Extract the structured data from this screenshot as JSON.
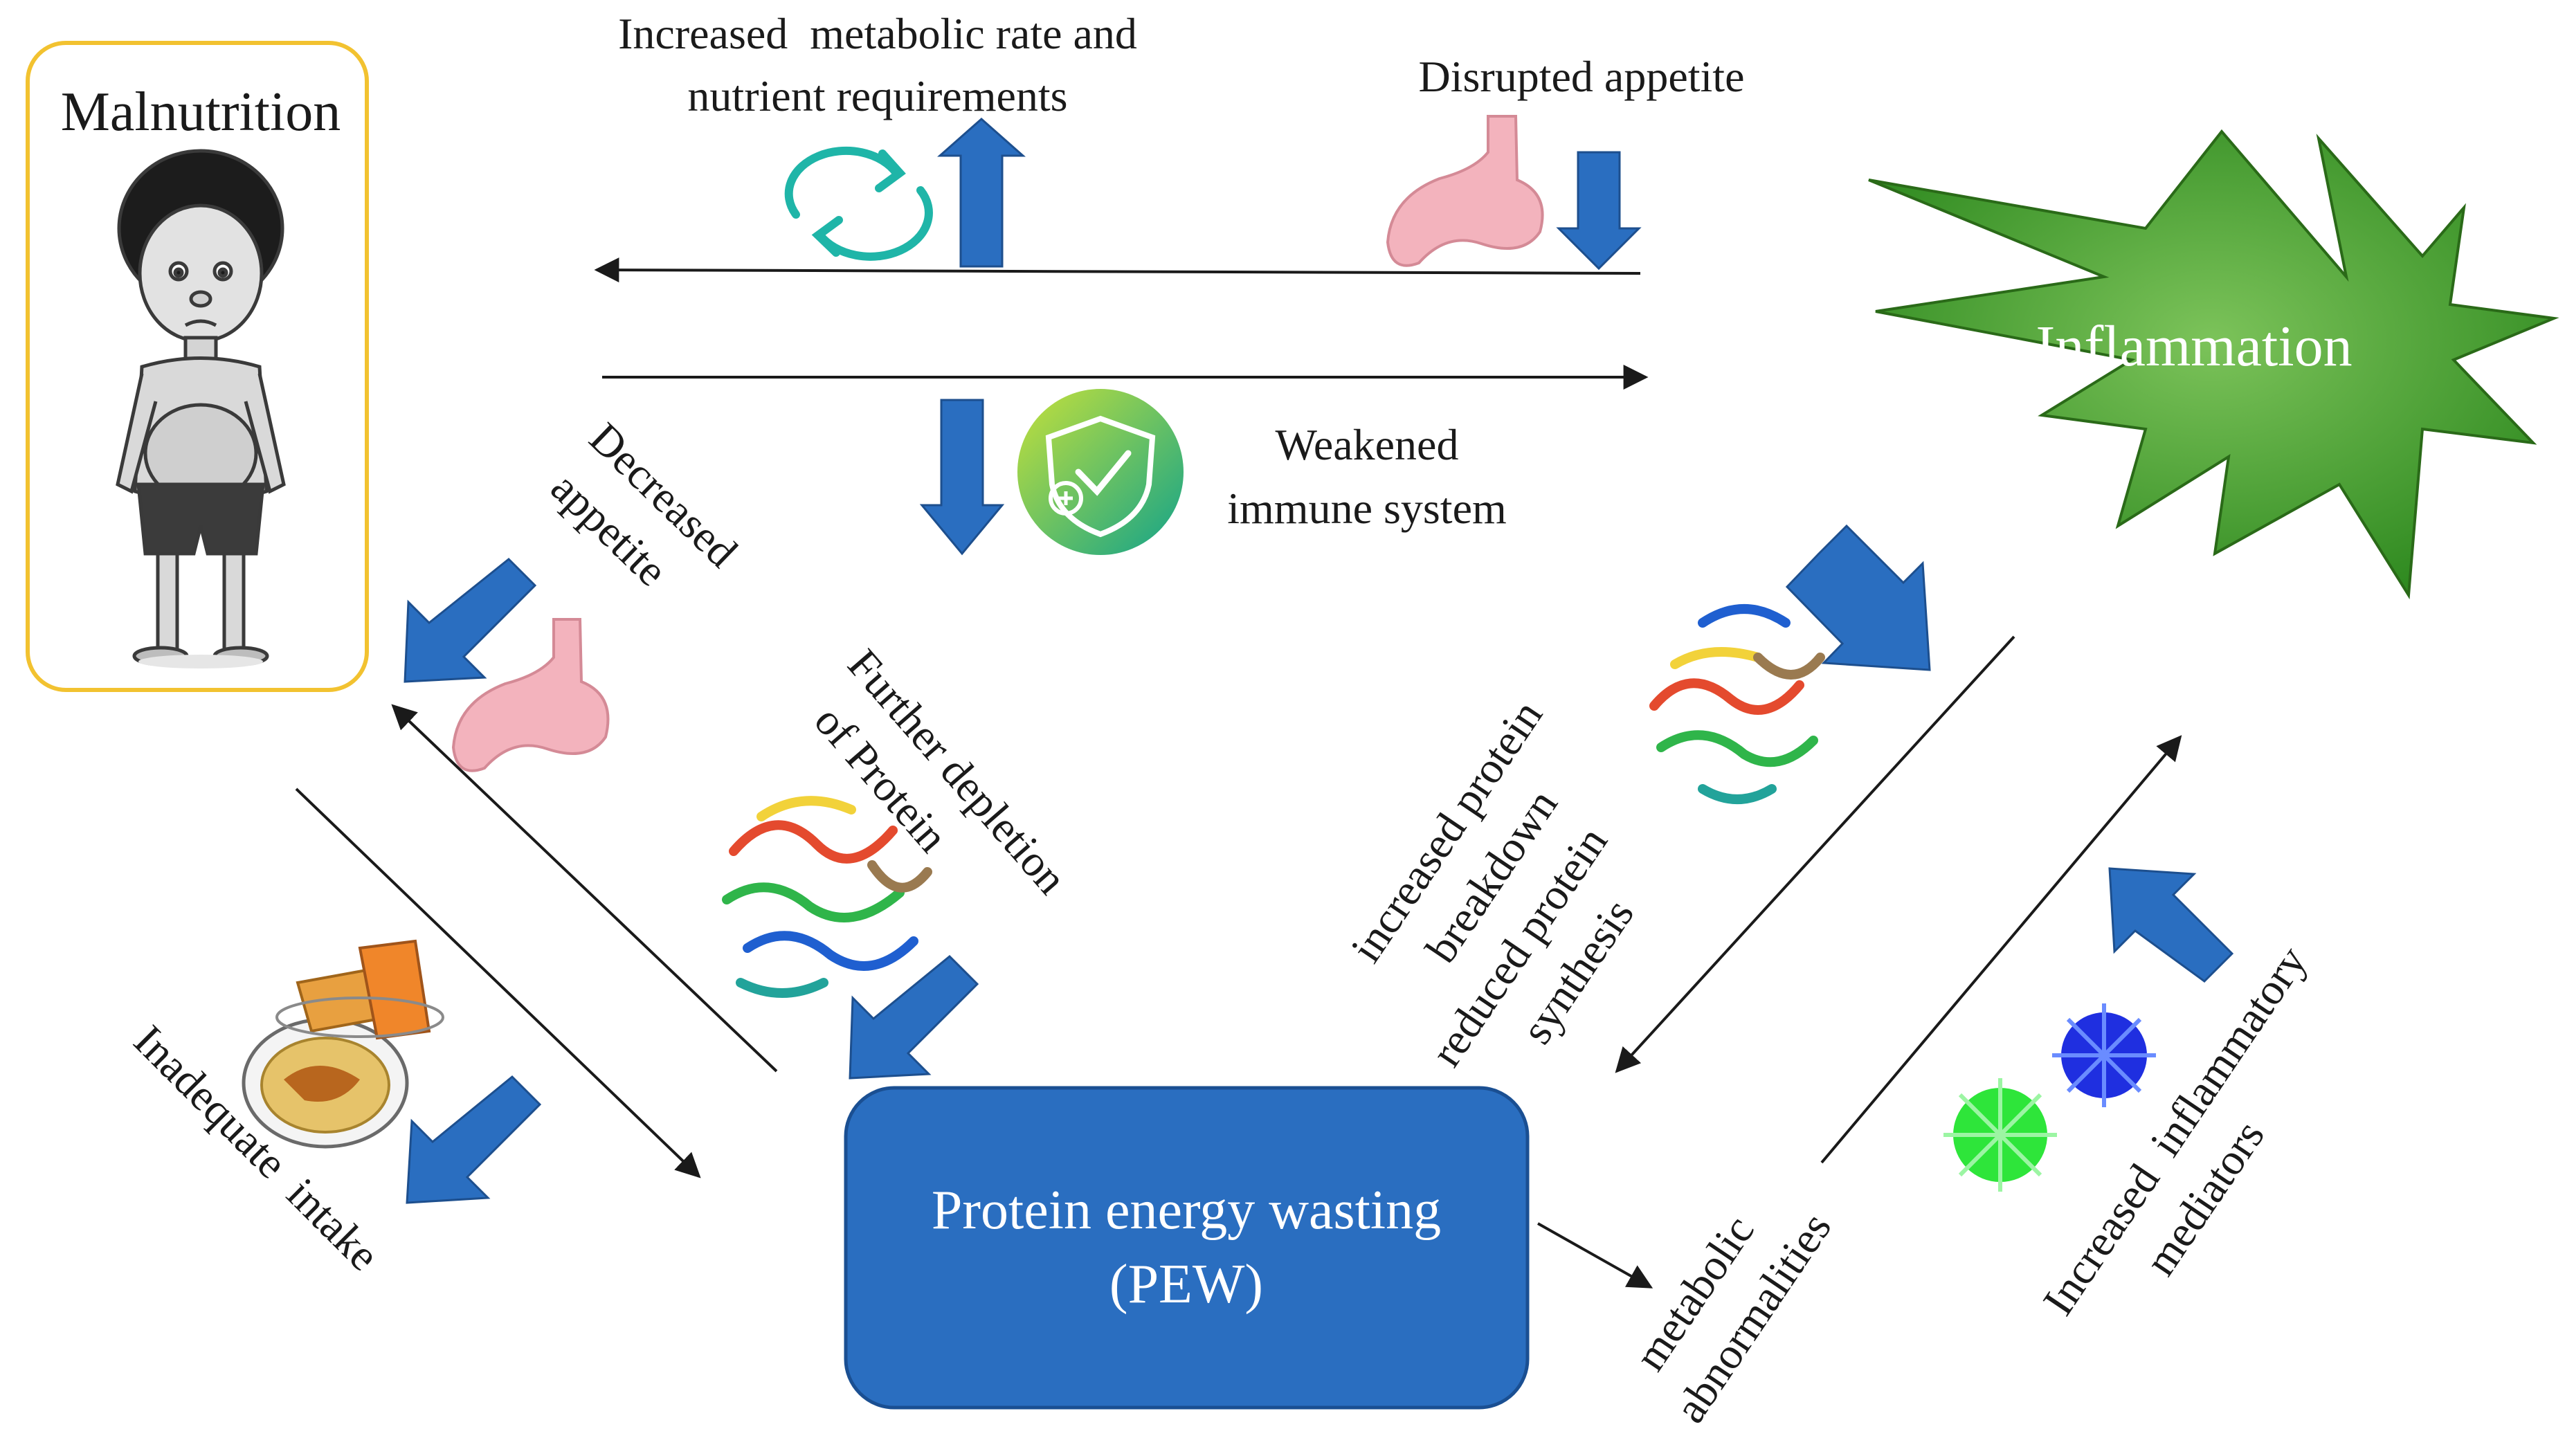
{
  "nodes": {
    "malnutrition": "Malnutrition",
    "inflammation": "Inflammation",
    "pew_line1": "Protein energy wasting",
    "pew_line2": "(PEW)"
  },
  "labels": {
    "metabolic_rate_line1": "Increased  metabolic rate and",
    "metabolic_rate_line2": "nutrient requirements",
    "disrupted_appetite": "Disrupted appetite",
    "immune_line1": "Weakened",
    "immune_line2": "immune system",
    "decreased_line1": "Decreased",
    "decreased_line2": "appetite",
    "inadequate_intake": "Inadequate  intake",
    "depletion_line1": "Further depletion",
    "depletion_line2": "of Protein",
    "breakdown_line1": "increased protein",
    "breakdown_line2": "breakdown",
    "breakdown_line3": "reduced protein",
    "breakdown_line4": "synthesis",
    "metabolic_line1": "metabolic",
    "metabolic_line2": "abnormalities",
    "mediators_line1": "Increased  inflammatory",
    "mediators_line2": "mediators"
  },
  "colors": {
    "malnutrition_border": "#f2c230",
    "inflammation_fill": "#3f9a2a",
    "pew_fill": "#2a6ec0",
    "block_arrow": "#2a6ec0",
    "stomach": "#f3b3bd",
    "cycle_icon": "#1fb5a8",
    "shield_icon": "#2bb87a",
    "mediator_blue": "#1f2fe0",
    "mediator_green": "#2ee53a"
  },
  "icons": [
    "child-figure-icon",
    "cycle-arrows-icon",
    "stomach-icon",
    "shield-check-icon",
    "protein-structure-icon",
    "food-plate-icon",
    "mediator-cell-icon"
  ]
}
